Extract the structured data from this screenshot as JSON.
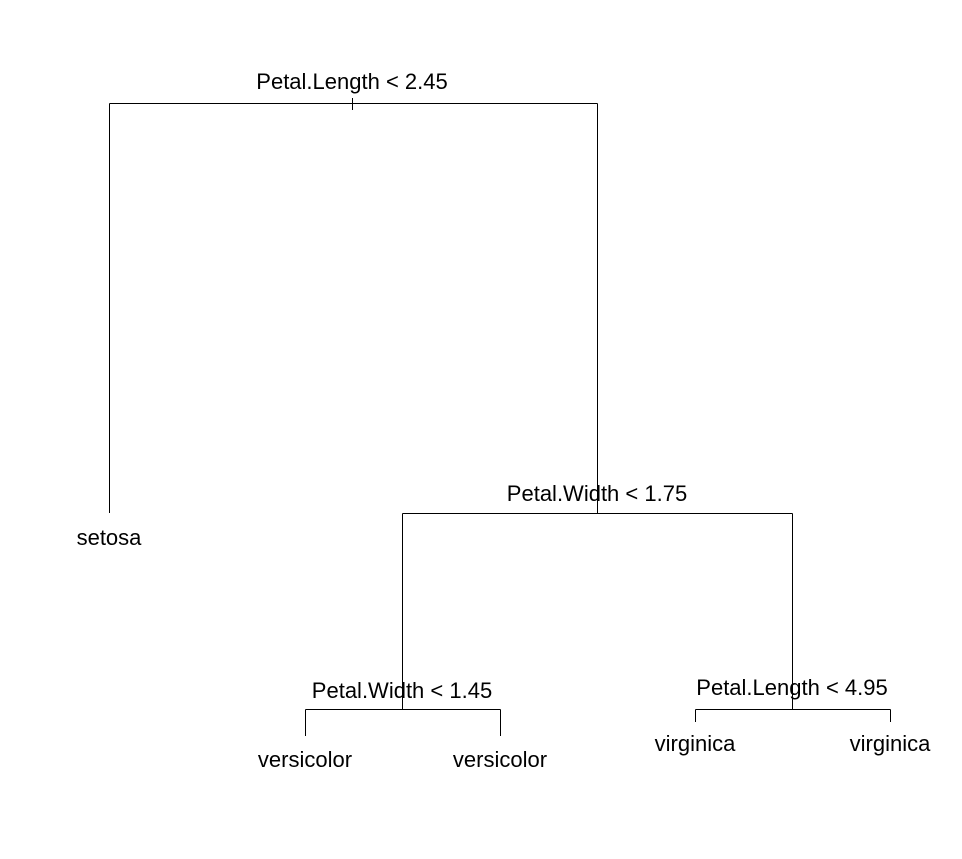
{
  "tree": {
    "splits": {
      "root": "Petal.Length < 2.45",
      "right": "Petal.Width < 1.75",
      "right_left": "Petal.Width < 1.45",
      "right_right": "Petal.Length < 4.95"
    },
    "leaves": {
      "setosa": "setosa",
      "versicolor_1": "versicolor",
      "versicolor_2": "versicolor",
      "virginica_1": "virginica",
      "virginica_2": "virginica"
    }
  }
}
